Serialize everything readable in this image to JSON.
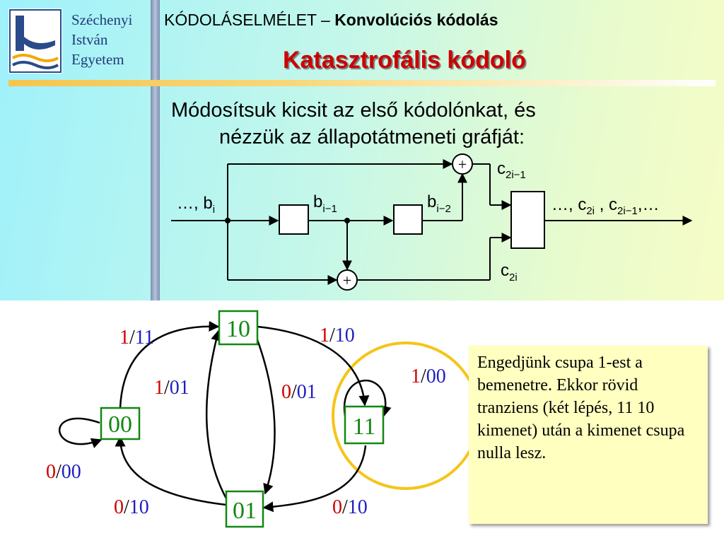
{
  "header": {
    "university_lines": [
      "Széchenyi",
      "István",
      "Egyetem"
    ],
    "subject_prefix": "KÓDOLÁSELMÉLET – ",
    "subject_bold": "Konvolúciós kódolás",
    "title": "Katasztrofális kódoló"
  },
  "intro": {
    "line1": "Módosítsuk kicsit az első kódolónkat, és",
    "line2": "nézzük az állapotátmeneti gráfját:"
  },
  "circuit": {
    "input_label": "…, b",
    "input_sub": "i",
    "delay1_label": "b",
    "delay1_sub": "i−1",
    "delay2_label": "b",
    "delay2_sub": "i−2",
    "adder_symbol": "+",
    "c_odd": "c",
    "c_odd_sub": "2i−1",
    "c_even": "c",
    "c_even_sub": "2i",
    "out_prefix": "…, c",
    "out_sub1": "2i",
    "out_mid": " , c",
    "out_sub2": "2i−1",
    "out_suffix": ",…"
  },
  "graph": {
    "states": [
      "00",
      "10",
      "11",
      "01"
    ],
    "edges": [
      {
        "in": "1",
        "out": "11"
      },
      {
        "in": "1",
        "out": "10"
      },
      {
        "in": "1",
        "out": "00"
      },
      {
        "in": "1",
        "out": "01"
      },
      {
        "in": "0",
        "out": "01"
      },
      {
        "in": "0",
        "out": "00"
      },
      {
        "in": "0",
        "out": "10"
      },
      {
        "in": "0",
        "out": "10"
      }
    ],
    "slash": "/"
  },
  "note": {
    "text": "Engedjünk csupa 1-est a bemenetre. Ekkor rövid tranziens (két lépés, 11 10 kimenet) után a kimenet csupa nulla lesz."
  },
  "colors": {
    "title": "#cc0000",
    "input_bit": "#cc0000",
    "output_bits": "#1f1fbf",
    "state_border": "#118811",
    "state_text": "#118811",
    "highlight_circle": "#f5c518",
    "note_bg": "#ffffc0"
  }
}
